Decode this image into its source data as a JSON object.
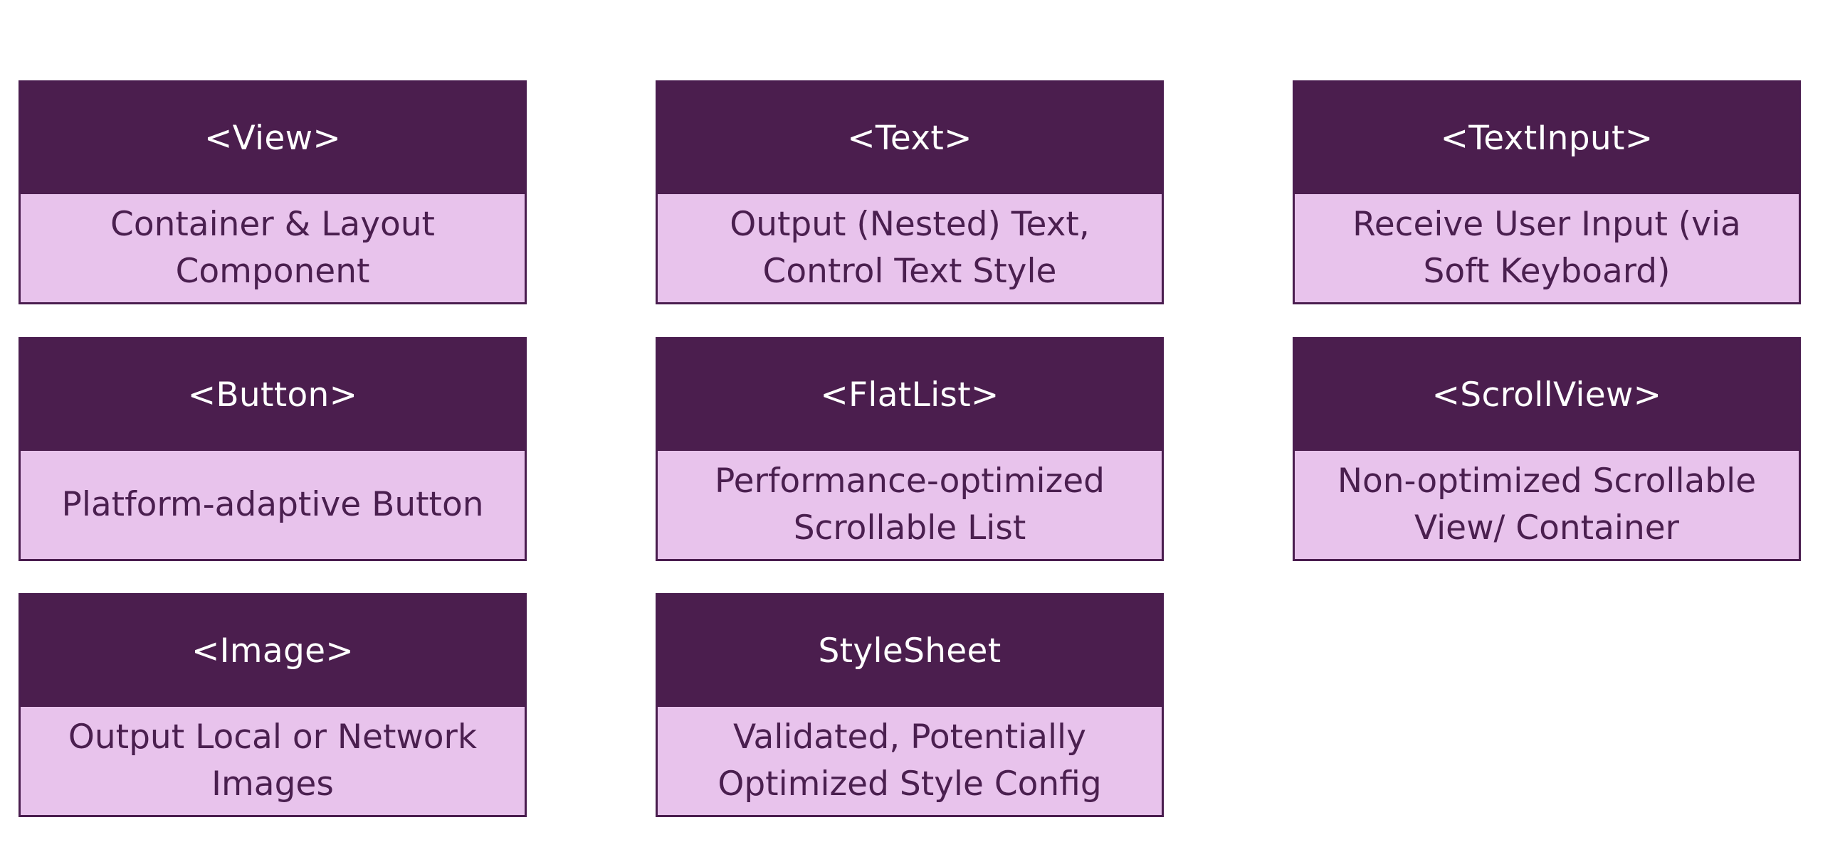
{
  "cards": [
    {
      "title": "<View>",
      "description": "Container & Layout Component"
    },
    {
      "title": "<Text>",
      "description": "Output (Nested) Text, Control Text Style"
    },
    {
      "title": "<TextInput>",
      "description": "Receive User Input (via Soft Keyboard)"
    },
    {
      "title": "<Button>",
      "description": "Platform-adaptive Button"
    },
    {
      "title": "<FlatList>",
      "description": "Performance-optimized Scrollable List"
    },
    {
      "title": "<ScrollView>",
      "description": "Non-optimized Scrollable View/ Container"
    },
    {
      "title": "<Image>",
      "description": "Output Local or Network Images"
    },
    {
      "title": "StyleSheet",
      "description": "Validated, Potentially Optimized Style Config"
    }
  ],
  "colors": {
    "header_bg": "#4b1e4e",
    "body_bg": "#e8c3ec",
    "border": "#4a1d4f",
    "header_text": "#ffffff",
    "body_text": "#4a1f4f"
  }
}
